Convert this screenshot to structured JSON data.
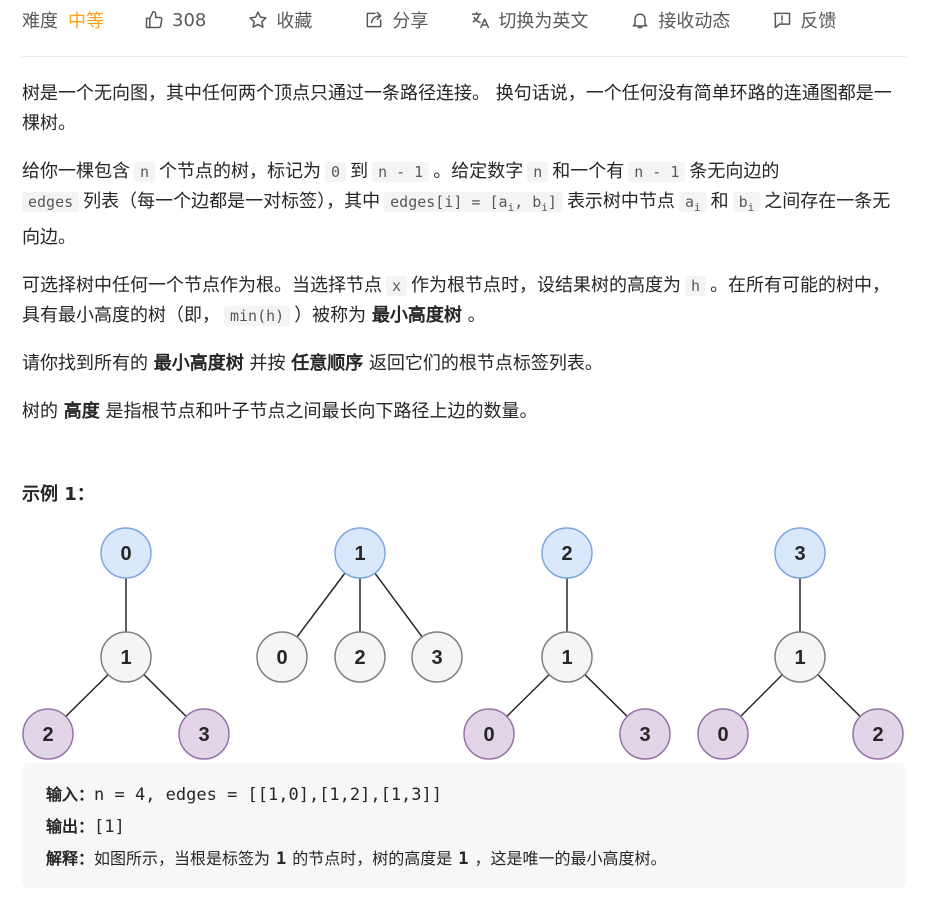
{
  "toolbar": {
    "difficulty_label": "难度",
    "difficulty_value": "中等",
    "like_count": "308",
    "favorite_label": "收藏",
    "share_label": "分享",
    "switch_lang_label": "切换为英文",
    "notify_label": "接收动态",
    "feedback_label": "反馈",
    "accent_color": "#ffa116"
  },
  "description": {
    "p1": "树是一个无向图，其中任何两个顶点只通过一条路径连接。 换句话说，一个任何没有简单环路的连通图都是一棵树。",
    "p2_a": "给你一棵包含",
    "p2_n": "n",
    "p2_b": "个节点的树，标记为",
    "p2_zero": "0",
    "p2_c": "到",
    "p2_nm1": "n - 1",
    "p2_d": "。给定数字",
    "p2_n2": "n",
    "p2_e": "和一个有",
    "p2_nm1b": "n - 1",
    "p2_f": "条无向边的",
    "p2_edges": "edges",
    "p2_g": "列表（每一个边都是一对标签），其中",
    "p2_edge_i": "edges[i] = [a",
    "p2_sub_i1": "i",
    "p2_comma_b": ", b",
    "p2_sub_i2": "i",
    "p2_close": "]",
    "p2_h": "表示树中节点",
    "p2_a_i": "a",
    "p2_sub_i3": "i",
    "p2_i": "和",
    "p2_b_i": "b",
    "p2_sub_i4": "i",
    "p2_j": "之间存在一条无向边。",
    "p3_a": "可选择树中任何一个节点作为根。当选择节点",
    "p3_x": "x",
    "p3_b": "作为根节点时，设结果树的高度为",
    "p3_h": "h",
    "p3_c": "。在所有可能的树中，具有最小高度的树（即，",
    "p3_minh": "min(h)",
    "p3_d": "）被称为",
    "p3_bold": "最小高度树",
    "p3_e": "。",
    "p4_a": "请你找到所有的",
    "p4_bold1": "最小高度树",
    "p4_b": "并按",
    "p4_bold2": "任意顺序",
    "p4_c": "返回它们的根节点标签列表。",
    "p5_a": "树的",
    "p5_bold": "高度",
    "p5_b": "是指根节点和叶子节点之间最长向下路径上边的数量。"
  },
  "example": {
    "title": "示例 1：",
    "trees": [
      {
        "root": "0",
        "mid": "1",
        "leaves": [
          "2",
          "3"
        ]
      },
      {
        "root": "1",
        "leaves": [
          "0",
          "2",
          "3"
        ]
      },
      {
        "root": "2",
        "mid": "1",
        "leaves": [
          "0",
          "3"
        ]
      },
      {
        "root": "3",
        "mid": "1",
        "leaves": [
          "0",
          "2"
        ]
      }
    ],
    "input_label": "输入：",
    "input_value": "n = 4, edges = [[1,0],[1,2],[1,3]]",
    "output_label": "输出：",
    "output_value": "[1]",
    "explain_label": "解释：",
    "explain_a": "如图所示，当根是标签为",
    "explain_1": "1",
    "explain_b": "的节点时，树的高度是",
    "explain_2": "1",
    "explain_c": "，这是唯一的最小高度树。",
    "colors": {
      "root_fill": "#dae8fc",
      "root_stroke": "#7ea6e0",
      "mid_fill": "#f5f5f5",
      "mid_stroke": "#7f7f7f",
      "leaf_fill": "#e1d5e7",
      "leaf_stroke": "#9673a6"
    }
  }
}
